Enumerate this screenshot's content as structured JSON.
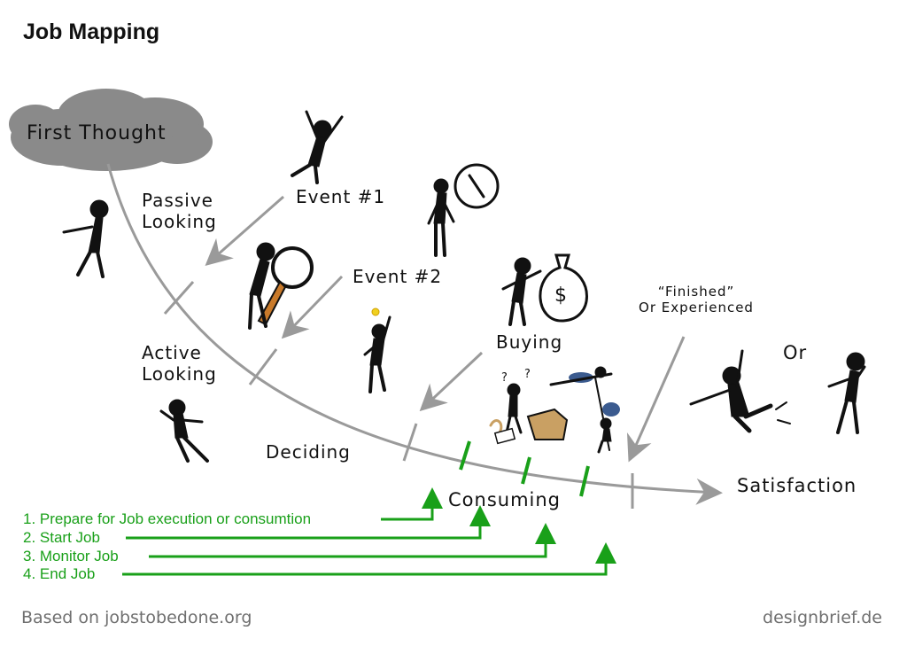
{
  "title": "Job Mapping",
  "cloud_label": "First Thought",
  "stages": {
    "passive": [
      "Passive",
      "Looking"
    ],
    "active": [
      "Active",
      "Looking"
    ],
    "deciding": "Deciding",
    "consuming": "Consuming",
    "satisfaction": "Satisfaction"
  },
  "events": {
    "event1": "Event #1",
    "event2": "Event #2",
    "buying": "Buying",
    "finished": [
      "“Finished”",
      "Or Experienced"
    ],
    "or": "Or"
  },
  "steps": [
    "1. Prepare for Job execution or consumtion",
    "2. Start Job",
    "3. Monitor Job",
    "4. End Job"
  ],
  "footer": {
    "source": "Based on jobstobedone.org",
    "credit": "designbrief.de"
  },
  "colors": {
    "curve": "#9a9a9a",
    "step_green": "#19a019",
    "cloud": "#8a8a8a",
    "figure": "#111111"
  }
}
